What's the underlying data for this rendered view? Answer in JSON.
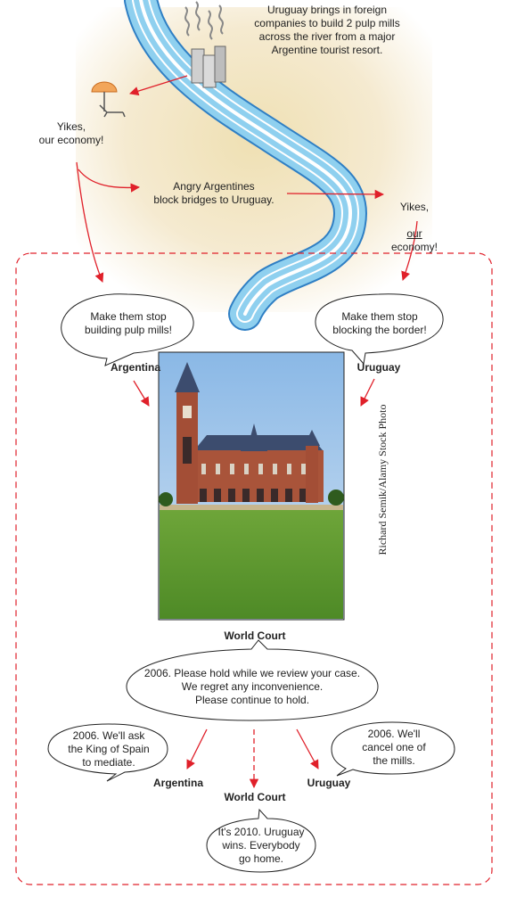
{
  "top": {
    "mills_note": "Uruguay brings in foreign\ncompanies to build 2 pulp mills\nacross the river from a major\nArgentine tourist resort.",
    "yikes_left": "Yikes,\nour economy!",
    "angry": "Angry Argentines\nblock bridges to Uruguay.",
    "yikes_right_1": "Yikes,",
    "yikes_right_our": "our",
    "yikes_right_2": "economy!"
  },
  "speech": {
    "argentina_claim": "Make them stop\nbuilding pulp mills!",
    "uruguay_claim": "Make them stop\nblocking the border!",
    "court_reply": "2006. Please hold while we review your case.\nWe regret any inconvenience.\nPlease continue to hold.",
    "argentina_2006": "2006. We'll ask\nthe King of Spain\nto mediate.",
    "uruguay_2006": "2006. We'll\ncancel one of\nthe mills.",
    "court_2010": "It's 2010. Uruguay\nwins. Everybody\ngo home."
  },
  "labels": {
    "argentina": "Argentina",
    "uruguay": "Uruguay",
    "world_court": "World Court"
  },
  "photo": {
    "credit": "Richard Semik/Alamy Stock Photo"
  },
  "colors": {
    "arrow": "#e0202a",
    "river": "#8fd0ef",
    "river_line": "#ffffff",
    "sand": "#f3e6c0"
  }
}
